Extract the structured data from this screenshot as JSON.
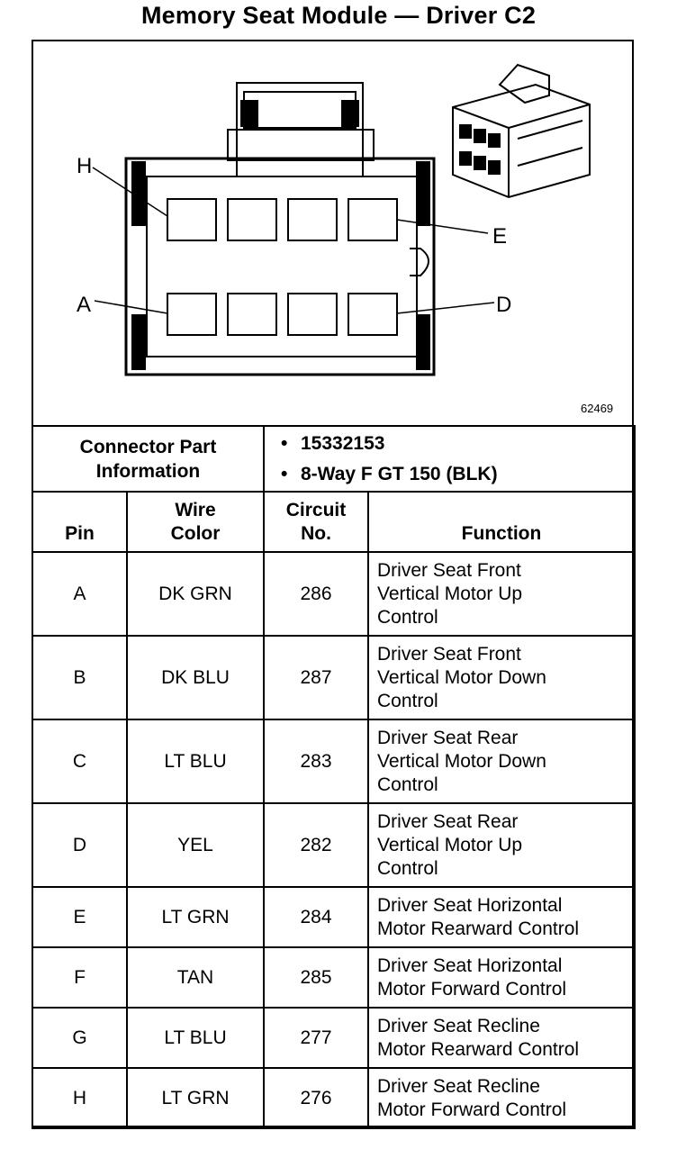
{
  "title": "Memory Seat Module — Driver C2",
  "drawing_number": "62469",
  "pin_callouts": {
    "h": "H",
    "e": "E",
    "a": "A",
    "d": "D"
  },
  "connector_info": {
    "label_line1": "Connector Part",
    "label_line2": "Information",
    "items": [
      "15332153",
      "8-Way F GT 150 (BLK)"
    ]
  },
  "table": {
    "headers": {
      "pin": "Pin",
      "wire_color_line1": "Wire",
      "wire_color_line2": "Color",
      "circuit_line1": "Circuit",
      "circuit_line2": "No.",
      "function": "Function"
    },
    "rows": [
      {
        "pin": "A",
        "color": "DK GRN",
        "circuit": "286",
        "function": [
          "Driver Seat Front",
          "Vertical Motor Up",
          "Control"
        ]
      },
      {
        "pin": "B",
        "color": "DK BLU",
        "circuit": "287",
        "function": [
          "Driver Seat Front",
          "Vertical Motor Down",
          "Control"
        ]
      },
      {
        "pin": "C",
        "color": "LT BLU",
        "circuit": "283",
        "function": [
          "Driver Seat Rear",
          "Vertical Motor Down",
          "Control"
        ]
      },
      {
        "pin": "D",
        "color": "YEL",
        "circuit": "282",
        "function": [
          "Driver Seat Rear",
          "Vertical Motor Up",
          "Control"
        ]
      },
      {
        "pin": "E",
        "color": "LT GRN",
        "circuit": "284",
        "function": [
          "Driver Seat Horizontal",
          "Motor Rearward Control"
        ]
      },
      {
        "pin": "F",
        "color": "TAN",
        "circuit": "285",
        "function": [
          "Driver Seat Horizontal",
          "Motor Forward Control"
        ]
      },
      {
        "pin": "G",
        "color": "LT BLU",
        "circuit": "277",
        "function": [
          "Driver Seat Recline",
          "Motor Rearward Control"
        ]
      },
      {
        "pin": "H",
        "color": "LT GRN",
        "circuit": "276",
        "function": [
          "Driver Seat Recline",
          "Motor Forward Control"
        ]
      }
    ]
  }
}
